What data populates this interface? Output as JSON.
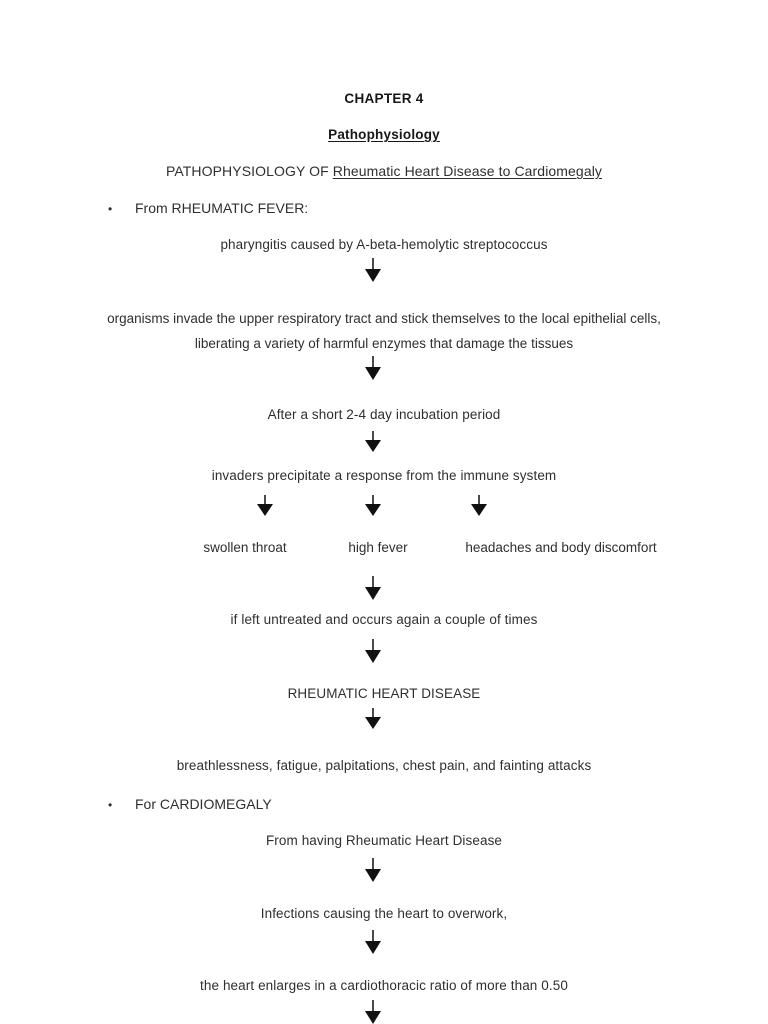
{
  "document": {
    "chapter_title": "CHAPTER 4",
    "section_heading": "Pathophysiology",
    "subject_prefix": "PATHOPHYSIOLOGY OF ",
    "subject_underlined": "Rheumatic Heart Disease to Cardiomegaly"
  },
  "bullets": {
    "rheumatic_fever": "From RHEUMATIC FEVER:",
    "cardiomegaly": "For CARDIOMEGALY",
    "marker": "•"
  },
  "flow_rheumatic": {
    "step_1": "pharyngitis caused by A-beta-hemolytic streptococcus",
    "step_2_line_1": "organisms invade the upper respiratory tract and stick themselves to the local epithelial cells,",
    "step_2_line_2": "liberating a variety of harmful enzymes that damage the tissues",
    "step_3": "After a short 2-4 day incubation period",
    "step_4": "invaders precipitate a response from the immune system",
    "branches": [
      "swollen throat",
      "high fever",
      "headaches and body discomfort"
    ],
    "step_5": "if left untreated and occurs again a couple of times",
    "step_6": "RHEUMATIC HEART DISEASE",
    "step_7": "breathlessness, fatigue, palpitations, chest pain, and fainting attacks"
  },
  "flow_cardiomegaly": {
    "step_1": "From having Rheumatic Heart Disease",
    "step_2": "Infections causing the heart to overwork,",
    "step_3": "the heart enlarges in a cardiothoracic ratio of more than 0.50"
  },
  "colors": {
    "page_background": "#ffffff",
    "body_text": "#2f2f2f",
    "heading_text": "#171717",
    "arrow_fill": "#111111"
  }
}
